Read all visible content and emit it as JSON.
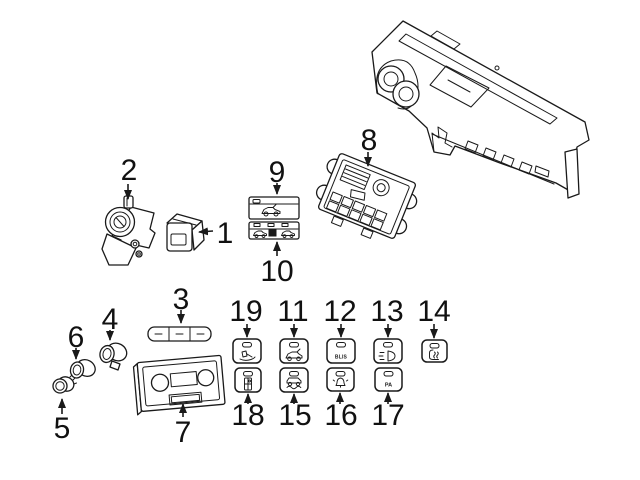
{
  "diagram": {
    "background_color": "#ffffff",
    "line_color": "#1a1a1a"
  },
  "callouts": {
    "1": "1",
    "2": "2",
    "3": "3",
    "4": "4",
    "5": "5",
    "6": "6",
    "7": "7",
    "8": "8",
    "9": "9",
    "10": "10",
    "11": "11",
    "12": "12",
    "13": "13",
    "14": "14",
    "15": "15",
    "16": "16",
    "17": "17",
    "18": "18",
    "19": "19"
  },
  "switch_text": {
    "blis": "BLIS",
    "parking_aid": "PA"
  },
  "icons": {
    "switch_19": "pedal-adjust-icon",
    "switch_11": "car-liftgate-icon",
    "switch_12": "blis-label",
    "switch_13": "fog-lamp-icon",
    "switch_14": "heated-seat-icon",
    "switch_18": "console-switch-icon",
    "switch_15": "stability-control-icon",
    "switch_16": "alarm-bell-icon",
    "switch_17": "parking-aid-label",
    "panel_9": "car-icon",
    "panel_10": "dual-car-icon"
  }
}
